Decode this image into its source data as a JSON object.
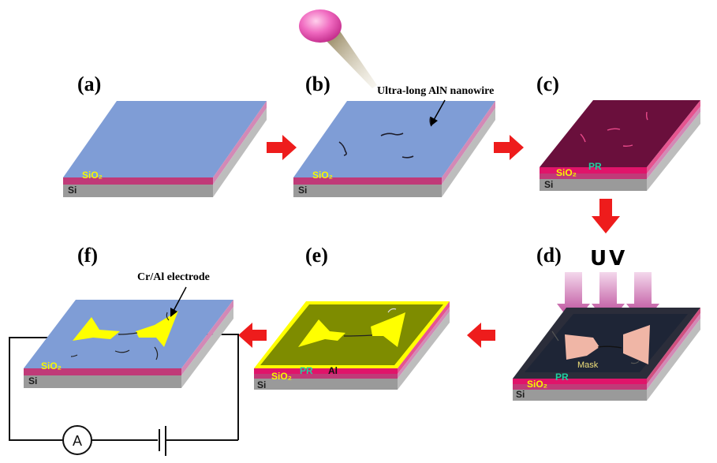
{
  "panels": {
    "a": {
      "label": "(a)"
    },
    "b": {
      "label": "(b)"
    },
    "c": {
      "label": "(c)"
    },
    "d": {
      "label": "(d)"
    },
    "e": {
      "label": "(e)"
    },
    "f": {
      "label": "(f)"
    }
  },
  "annotations": {
    "nanowire": "Ultra-long AlN nanowire",
    "electrode": "Cr/Al electrode",
    "uv": "UV"
  },
  "layers": {
    "si": "Si",
    "sio2": "SiO₂",
    "pr": "PR",
    "mask": "Mask",
    "al": "Al"
  },
  "circuit": {
    "ammeter": "A"
  },
  "colors": {
    "substrate_blue": "#7f9dd6",
    "pr_dark": "#6a0f3c",
    "mask_dark": "#2b2d3a",
    "al_green": "#7e8c00",
    "electrode_yellow": "#ffff00",
    "arrow_red": "#ee1c1c",
    "sio2_pink": "#c03a78",
    "si_gray": "#9a9a9a"
  }
}
